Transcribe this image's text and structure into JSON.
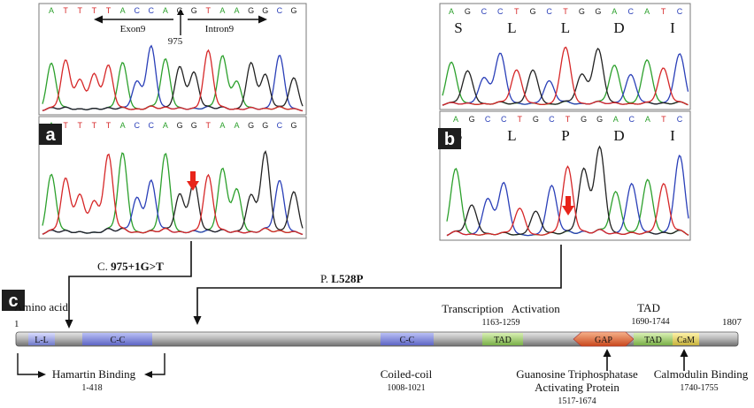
{
  "panels": {
    "a": {
      "label": "a",
      "top_seq": "ATTTTACCAGGTAAGGCG",
      "bottom_seq": "ATTTTACCAGGTAAGGCG",
      "exon_label": "Exon9",
      "intron_label": "Intron9",
      "position": "975",
      "mutation": "C. 975+1G>T"
    },
    "b": {
      "label": "b",
      "top_seq": "AGCCTGCTGGACATC",
      "top_aa": [
        "S",
        "L",
        "L",
        "D",
        "I"
      ],
      "bottom_seq": "AGCCTGCTGGACATC",
      "bottom_aa": [
        "S",
        "L",
        "P",
        "D",
        "I"
      ],
      "mutation": "P. L528P"
    },
    "c": {
      "label": "c",
      "axis_title": "Amino acid",
      "start": "1",
      "end": "1807",
      "domains": {
        "ll": "L-L",
        "cc1": "C-C",
        "cc2": "C-C",
        "tad1": "TAD",
        "gap": "GAP",
        "tad2": "TAD",
        "cam": "CaM"
      },
      "annotations": {
        "hamartin": "Hamartin Binding",
        "hamartin_range": "1-418",
        "coiled": "Coiled-coil",
        "coiled_range": "1008-1021",
        "ta": "Transcription   Activation",
        "ta_range": "1163-1259",
        "tad": "TAD",
        "tad_range": "1690-1744",
        "gap1": "Guanosine Triphosphatase",
        "gap2": "Activating Protein",
        "gap_range": "1517-1674",
        "cam": "Calmodulin Binding",
        "cam_range": "1740-1755"
      }
    }
  },
  "colors": {
    "A": "#2ca02c",
    "C": "#2a3fb8",
    "G": "#222222",
    "T": "#d62728",
    "arrow": "#e8241a"
  }
}
